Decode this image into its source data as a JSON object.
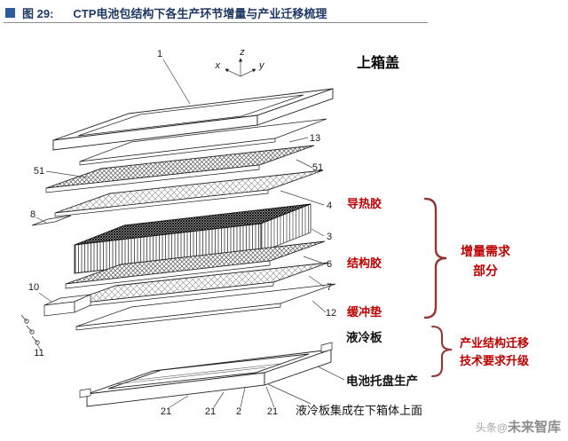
{
  "header": {
    "fig_label": "图 29:",
    "title": "CTP电池包结构下各生产环节增量与产业迁移梳理",
    "bullet_color": "#2E5B9B"
  },
  "diagram": {
    "axis": {
      "x": "x",
      "y": "y",
      "z": "z"
    },
    "parts": {
      "p1": "1",
      "p13": "13",
      "p51_left": "51",
      "p51_right": "51",
      "p8": "8",
      "p4": "4",
      "p3": "3",
      "p6": "6",
      "p7": "7",
      "p10": "10",
      "p12": "12",
      "p11": "11",
      "p21_a": "21",
      "p21_b": "21",
      "p2": "2",
      "p21_c": "21"
    },
    "labels": {
      "top_cover": "上箱盖",
      "thermal_adhesive": "导热胶",
      "structural_adhesive": "结构胶",
      "buffer_pad": "缓冲垫",
      "liquid_cooling_plate": "液冷板",
      "battery_tray_production": "电池托盘生产",
      "cooling_plate_note": "液冷板集成在下箱体上面"
    },
    "callouts": {
      "incremental_demand_l1": "增量需求",
      "incremental_demand_l2": "部分",
      "industry_shift_l1": "产业结构迁移",
      "industry_shift_l2": "技术要求升级"
    },
    "colors": {
      "red_label": "#C00000",
      "brace": "#943634",
      "line_color": "#222222"
    }
  },
  "watermark": {
    "prefix": "头条@",
    "brand": "未来智库"
  }
}
